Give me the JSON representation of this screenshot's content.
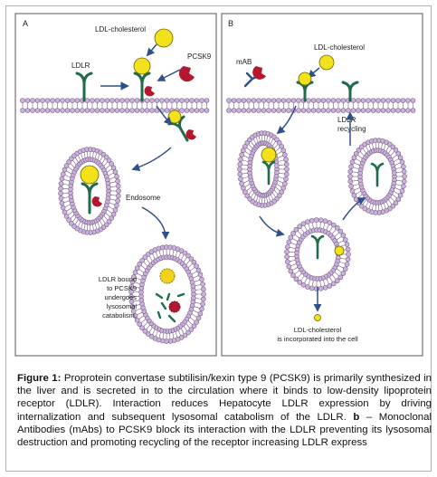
{
  "panel_a": {
    "letter": "A",
    "ldl_cholesterol": "LDL-cholesterol",
    "pcsk9": "PCSK9",
    "ldlr": "LDLR",
    "endosome": "Endosome",
    "bound_note": [
      "LDLR bound",
      "to PCSK9",
      "undergoes",
      "lysosomal",
      "catabolism."
    ]
  },
  "panel_b": {
    "letter": "B",
    "mab": "mAB",
    "ldl_cholesterol": "LDL-cholesterol",
    "recycling": [
      "LDLR",
      "recycling"
    ],
    "incorporated": [
      "LDL-cholesterol",
      "is incorporated into the cell"
    ]
  },
  "caption": {
    "figure_label": "Figure 1:",
    "part_a": "Proprotein convertase subtilisin/kexin type 9 (PCSK9) is primarily synthesized in the liver and is secreted in to the circulation where it binds to low-density lipoprotein receptor (LDLR). Interaction reduces Hepatocyte LDLR expression by driving internalization and subsequent lysosomal catabolism of the LDLR.",
    "b_label": "b",
    "part_b": "– Monoclonal Antibodies (mAbs) to PCSK9 block its interaction with the LDLR preventing its lysosomal destruction and promoting recycling of the receptor increasing LDLR express"
  },
  "colors": {
    "membrane_head": "#c9b3d9",
    "membrane_stroke": "#7a5d8a",
    "receptor": "#1f6b4a",
    "ldl": "#f2e11b",
    "pcsk9": "#b3182f",
    "arrow": "#2d4f8a"
  }
}
